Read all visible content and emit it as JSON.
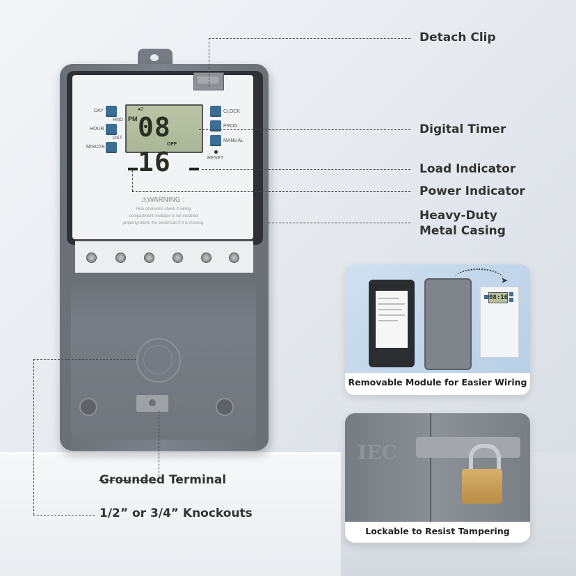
{
  "callouts": {
    "detach_clip": "Detach Clip",
    "digital_timer": "Digital Timer",
    "load_indicator": "Load Indicator",
    "power_indicator": "Power Indicator",
    "metal_casing_line1": "Heavy-Duty",
    "metal_casing_line2": "Metal Casing",
    "grounded_terminal": "Grounded Terminal",
    "knockouts": "1/2” or 3/4” Knockouts"
  },
  "timer": {
    "lcd_time": "08 16",
    "lcd_ampm": "PM",
    "lcd_status": "OFF",
    "left_buttons": [
      "DAY",
      "HOUR",
      "MINUTE"
    ],
    "left_sublabels": [
      "RND",
      "DST"
    ],
    "right_buttons": [
      "CLOCK",
      "PROG",
      "MANUAL"
    ],
    "reset_label": "RESET",
    "warning_title": "⚠WARNING :",
    "warning_lines": [
      "Risk of electric shock if wiring",
      "compartment insulator is not installed",
      "properly,inform the electrician if it is missing."
    ]
  },
  "insets": {
    "removable": {
      "caption": "Removable Module for Easier Wiring",
      "mini_lcd": "08:16"
    },
    "lockable": {
      "caption": "Lockable to Resist Tampering",
      "emboss_text": "IEC"
    }
  },
  "colors": {
    "button_blue": "#3c6e94",
    "casing_gray": "#767a82",
    "lcd_green": "#b5c0a0",
    "padlock_brass": "#c9a25a"
  }
}
